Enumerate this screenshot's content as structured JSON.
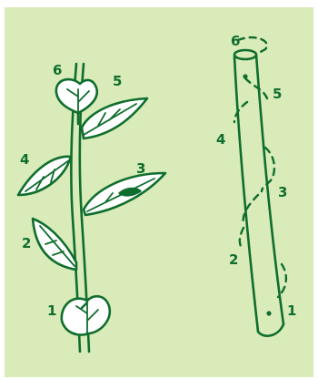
{
  "figure": {
    "bg_color": "#d8ebb9",
    "ink_color": "#0f6e2d",
    "plant_labels": [
      "1",
      "2",
      "3",
      "4",
      "5",
      "6"
    ],
    "stem_labels": [
      "1",
      "2",
      "3",
      "4",
      "5",
      "6"
    ]
  }
}
